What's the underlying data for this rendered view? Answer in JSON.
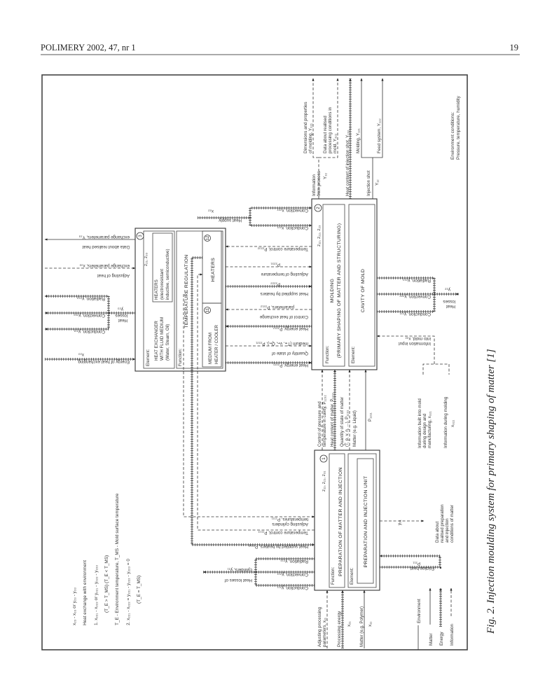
{
  "header": {
    "journal": "POLIMERY 2002, 47, nr 1",
    "page": "19"
  },
  "caption": "Fig. 2. Injection moulding system for primary shaping of matter [1]",
  "environment_conditions": [
    "Environment conditions:",
    "Pressure, temperature, humidity"
  ],
  "box3": {
    "number": "3",
    "z": "z₂₁, z₃₃",
    "element_label": "Element:",
    "el_heaters": [
      "HEATERS",
      "(electroresistant",
      "inductive, semiconductive)"
    ],
    "el_exchanger": [
      "HEAT EXCHANGER",
      "WITH FLUID MEDIUM",
      "(Water, Steam, Oil)"
    ],
    "function_label": "Function:",
    "function": "TEMPERATURE REGULATION",
    "heaters": {
      "number": "12",
      "label": "HEATERS"
    },
    "medium": {
      "number": "11",
      "lines": [
        "MEDIUM FROM",
        "HEATER / COOLER"
      ]
    }
  },
  "box2": {
    "number": "2",
    "z": "z₁₂, z₂₂, z₂₃",
    "function_label": "Function:",
    "function": [
      "MOLDING",
      "(PRIMARY SHAPING OF MATTER AND STRUCTURING)"
    ],
    "element_label": "Element:",
    "element": "CAVITY OF MOLD"
  },
  "box1": {
    "number": "1",
    "z": "z₁₁, z₂₁, z₃₁",
    "function_label": "Function:",
    "function": "PREPARATION OF MATTER AND INJECTION",
    "element_label": "Element:",
    "element": "PREPARATION AND INJECTION UNIT"
  },
  "flows": {
    "heat_supply": "Heat supply",
    "x22": "x₂₂",
    "convection_x222": "Convection, x₂₂₂",
    "conduction_x221": "Conduction, x₂₂₁",
    "temp_control_p2232": "Temperature control, P₂₂₃₂",
    "adjusting_temp": [
      "Adjusting of temperature",
      "P₂₂₃₁"
    ],
    "heat_heaters_p2222": [
      "Heat supplied by heaters",
      "P₂₂₂₂"
    ],
    "control_heat_exchange": [
      "Control of heat exchange",
      "parameters, P₂₂₁₂"
    ],
    "heat_energy_p2212": "Heat energy, P₂₂₁₂",
    "quantity_medium": [
      "Quantity of state of",
      "medium (Tₘ, vₘ, Qₘ), P₂₂₂₁"
    ],
    "heat_energy_p2221": "Heat energy, P₂₂₂₁",
    "data_heat_exchange": [
      "Data about realised heat",
      "exchange parameters, Y₃₃"
    ],
    "adjusting_heat_exchange": [
      "Adjusting of heat",
      "exchange parameters, x₃₃"
    ],
    "radiation_y233": "Radiation, y₂₃₃",
    "convection_y232": "Convection, y₂₃₂",
    "conduction_y231": "Conduction, y₂₃₁",
    "heat_losses_y23": [
      "Heat",
      "losses",
      "y₂₃"
    ],
    "energy_heat_exchanging": [
      "Energy of heat exchanging",
      "x₂₃"
    ],
    "adjusting_cylinders": [
      "Adjusting cylinders",
      "temperatures, P₁₁₁₁"
    ],
    "temp_control_p1113": "Temperature control, P₁₁₁₃",
    "heat_heaters_p2112": "Heat supplied by heaters, P₂₁₁₂",
    "radiation_y213": "Radiation, y₂₁₃",
    "convection_y212": "Convection, y₂₁₂",
    "conduction_y211": "Conduction, y₂₁₁",
    "heat_losses_cyl": [
      "Heat losses of",
      "cylinders, y₂₁"
    ],
    "radiation_y223": "Radiation, y₂₂₃",
    "convection_y222": "Convection, y₂₂₂",
    "conduction_y221": "Conduction, y₂₂₁",
    "heat_losses_y22": [
      "Heat",
      "losses",
      "y₂₂"
    ],
    "info_input_mold": [
      "Information input",
      "into mold, x₃₂"
    ],
    "info_built": [
      "Information built into mold",
      "during design and",
      "manufacturing, x₃₂₁"
    ],
    "info_during": [
      "Information during molding",
      "x₃₂₂"
    ],
    "friction_heat": [
      "Friction heat",
      "P₂₁₁"
    ],
    "y31": "y₃₁",
    "data_preparation": [
      "Data about",
      "realised preparation",
      "and injection",
      "conditions of matter"
    ],
    "control_pressure": [
      "Control of pressure and",
      "temperature in cavity, P₁₂₃₂"
    ],
    "heat_content_matter": "Heat content of matter, P₁₂₂₁",
    "quantity_matter": [
      "Quantity of state of matter",
      "(T, p, v, η, ...), P₁₂₃₁"
    ],
    "matter_liquid": "Matter (e.g. Liquid)",
    "p1211": "P₁₂₁₁",
    "adjusting_processing": [
      "Adjusting processing",
      "parameters, x₁₁"
    ],
    "processing_energy": [
      "Processing energy",
      "x₂₁"
    ],
    "matter_polymer": [
      "Matter (e.g. Polymer)",
      "x₁₁"
    ],
    "info_process": [
      "Information",
      "from process",
      "Y₃₂"
    ],
    "dimensions": [
      "Dimensions and properties",
      "of molding, Y₃₂₁"
    ],
    "data_processing": [
      "Data about realised",
      "processing conditions in",
      "mold, Y₃₂₂"
    ],
    "heat_content_shot": "Heat content of injection shot, Y₂₃₂",
    "injection_shot": [
      "Injection shot",
      "Y₁₂"
    ],
    "molding_y121": "Molding, Y₁₂₁",
    "feed_system": "Feed system, Y₁₂₂"
  },
  "notes": [
    "x₂₃ - x₃₃    or    y₂₃ - y₃₃",
    "Heat exchange with environment",
    "1.  x₂₂₁ - x₂₂₂    or    y₂₂₁ - y₂₂₂ - y₂₂₃",
    "(T_E > T_MS)              (T_E < T_MS)",
    "T_E - Environment temperature,  T_MS - Mold surface temperature",
    "2.  x₂₂₁ - x₂₂₂ = y₂₂₁ - y₂₂₂ - y₂₂₃ = 0",
    "(T_E = T_MS)"
  ],
  "legend": {
    "environment": "Environment",
    "matter": "Matter",
    "energy": "Energy",
    "information": "Information"
  }
}
